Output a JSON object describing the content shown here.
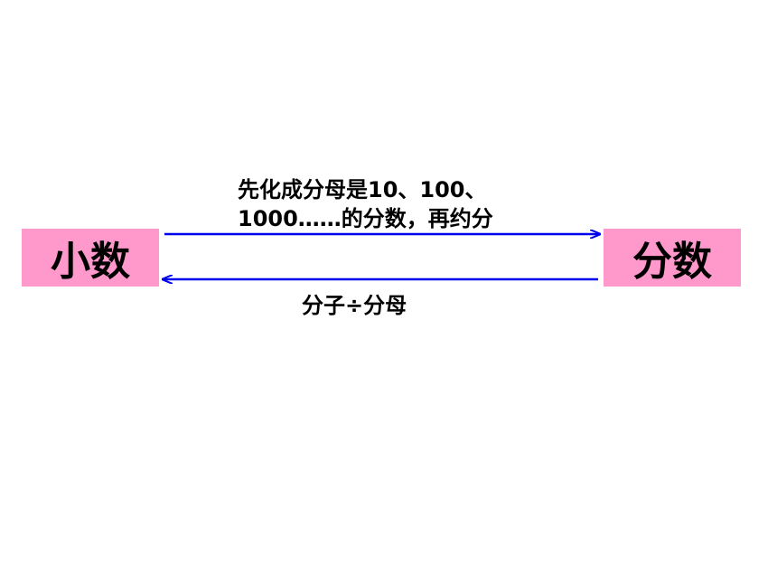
{
  "nodes": {
    "left": "小数",
    "right": "分数"
  },
  "arrows": {
    "top_label_line1": "先化成分母是10、100、",
    "top_label_line2": "1000……的分数，再约分",
    "bottom_label": "分子÷分母"
  },
  "colors": {
    "box_fill": "#ff99cc",
    "arrow": "#0000ee"
  }
}
